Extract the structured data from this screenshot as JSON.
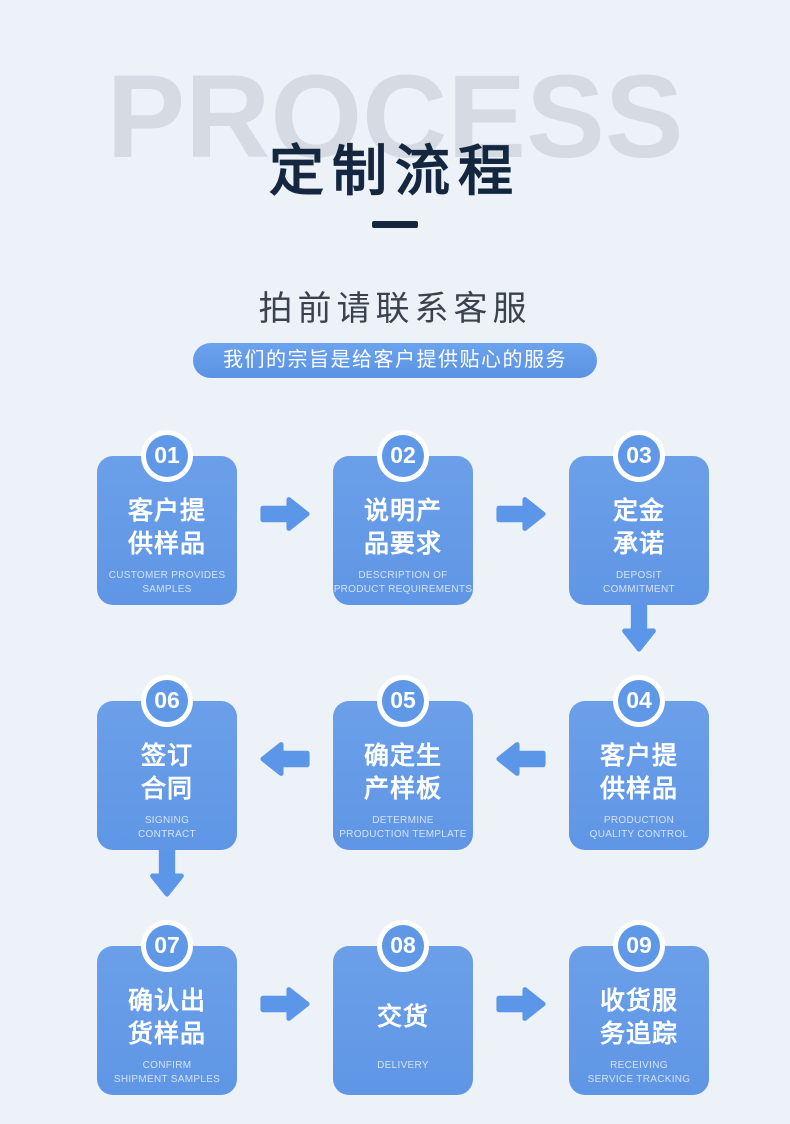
{
  "page": {
    "background": "#edf2f9"
  },
  "colors": {
    "box_blue": "#649ae6",
    "arrow_blue": "#5c96e8",
    "title_navy": "#15273f",
    "pill_blue": "#63a0ec",
    "watermark_gray": "#d6dbe3",
    "en_text": "#d3e2f8"
  },
  "header": {
    "watermark": "PROCESS",
    "title": "定制流程",
    "subtitle": "拍前请联系客服",
    "banner": "我们的宗旨是给客户提供贴心的服务"
  },
  "steps": [
    {
      "num": "01",
      "line1": "客户提",
      "line2": "供样品",
      "en1": "CUSTOMER PROVIDES",
      "en2": "SAMPLES"
    },
    {
      "num": "02",
      "line1": "说明产",
      "line2": "品要求",
      "en1": "DESCRIPTION OF",
      "en2": "PRODUCT REQUIREMENTS"
    },
    {
      "num": "03",
      "line1": "定金",
      "line2": "承诺",
      "en1": "DEPOSIT",
      "en2": "COMMITMENT"
    },
    {
      "num": "04",
      "line1": "客户提",
      "line2": "供样品",
      "en1": "PRODUCTION",
      "en2": "QUALITY CONTROL"
    },
    {
      "num": "05",
      "line1": "确定生",
      "line2": "产样板",
      "en1": "DETERMINE",
      "en2": "PRODUCTION TEMPLATE"
    },
    {
      "num": "06",
      "line1": "签订",
      "line2": "合同",
      "en1": "SIGNING",
      "en2": "CONTRACT"
    },
    {
      "num": "07",
      "line1": "确认出",
      "line2": "货样品",
      "en1": "CONFIRM",
      "en2": "SHIPMENT SAMPLES"
    },
    {
      "num": "08",
      "line1": "交货",
      "line2": "",
      "en1": "DELIVERY",
      "en2": ""
    },
    {
      "num": "09",
      "line1": "收货服",
      "line2": "务追踪",
      "en1": "RECEIVING",
      "en2": "SERVICE TRACKING"
    }
  ]
}
